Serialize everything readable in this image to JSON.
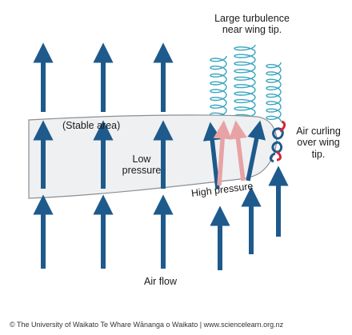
{
  "labels": {
    "turbulence": [
      "Large turbulence",
      "near wing tip."
    ],
    "stable_area": "(Stable area)",
    "low_pressure": [
      "Low",
      "pressure"
    ],
    "air_curling": [
      "Air curling",
      "over wing",
      "tip."
    ],
    "high_pressure": "High pressure",
    "air_flow": "Air flow"
  },
  "credit": "© The University of Waikato Te Whare Wānanga o Waikato | www.sciencelearn.org.nz",
  "colors": {
    "arrow_blue": "#1e5a8c",
    "arrow_pink": "#e8a2a6",
    "wing_fill": "#eef0f1",
    "wing_outline": "#8a8f94",
    "spiral": "#39a6c0",
    "curl_red": "#d2283a"
  },
  "icons": [
    "up-arrow-icon",
    "spiral-vortex-icon",
    "curl-arrow-icon"
  ]
}
